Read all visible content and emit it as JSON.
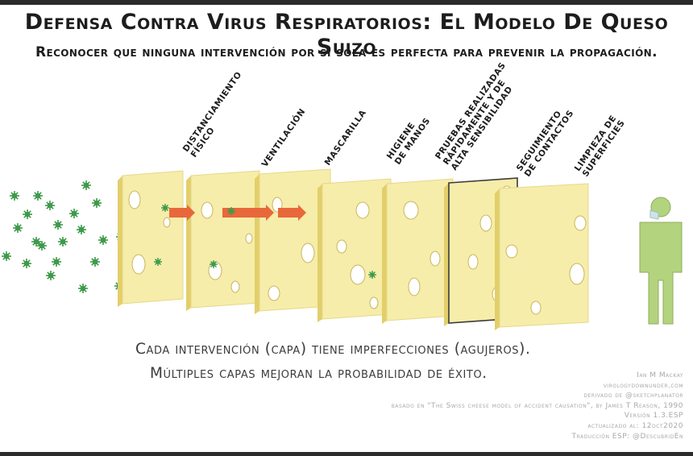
{
  "title": "Defensa Contra Virus Respiratorios: El Modelo De Queso Suizo",
  "subtitle": "Reconocer que ninguna intervención por sí sola es perfecta para prevenir la propagación.",
  "layers": [
    {
      "lines": [
        "Distanciamiento",
        "físico"
      ]
    },
    {
      "lines": [
        "Ventilación"
      ]
    },
    {
      "lines": [
        "Mascarilla"
      ]
    },
    {
      "lines": [
        "Higiene",
        "de manos"
      ]
    },
    {
      "lines": [
        "Pruebas realizadas",
        "rápidamente y de",
        "alta sensibilidad"
      ]
    },
    {
      "lines": [
        "Seguimiento",
        "de contactos"
      ]
    },
    {
      "lines": [
        "Limpieza de",
        "superficies"
      ]
    }
  ],
  "caption": {
    "line1": "Cada intervención (capa) tiene imperfecciones (agujeros).",
    "line2": "Múltiples capas mejoran la probabilidad de éxito."
  },
  "credits": [
    "Ian M Mackay",
    "virologydownunder.com",
    "derivado de @sketchplanator",
    "basado en \"The Swiss cheese model of accident causation\", by James T Reason, 1990",
    "Versión 1.3.ESP",
    "actualizado al: 12oct2020",
    "Traducción ESP: @DescubridEn"
  ],
  "colors": {
    "cheese": "#f6edaa",
    "cheese_edge": "#e2cf6a",
    "virus": "#3f9a4c",
    "arrow": "#e8683b",
    "person": "#b3d37f",
    "mask": "#cfe3e6"
  }
}
